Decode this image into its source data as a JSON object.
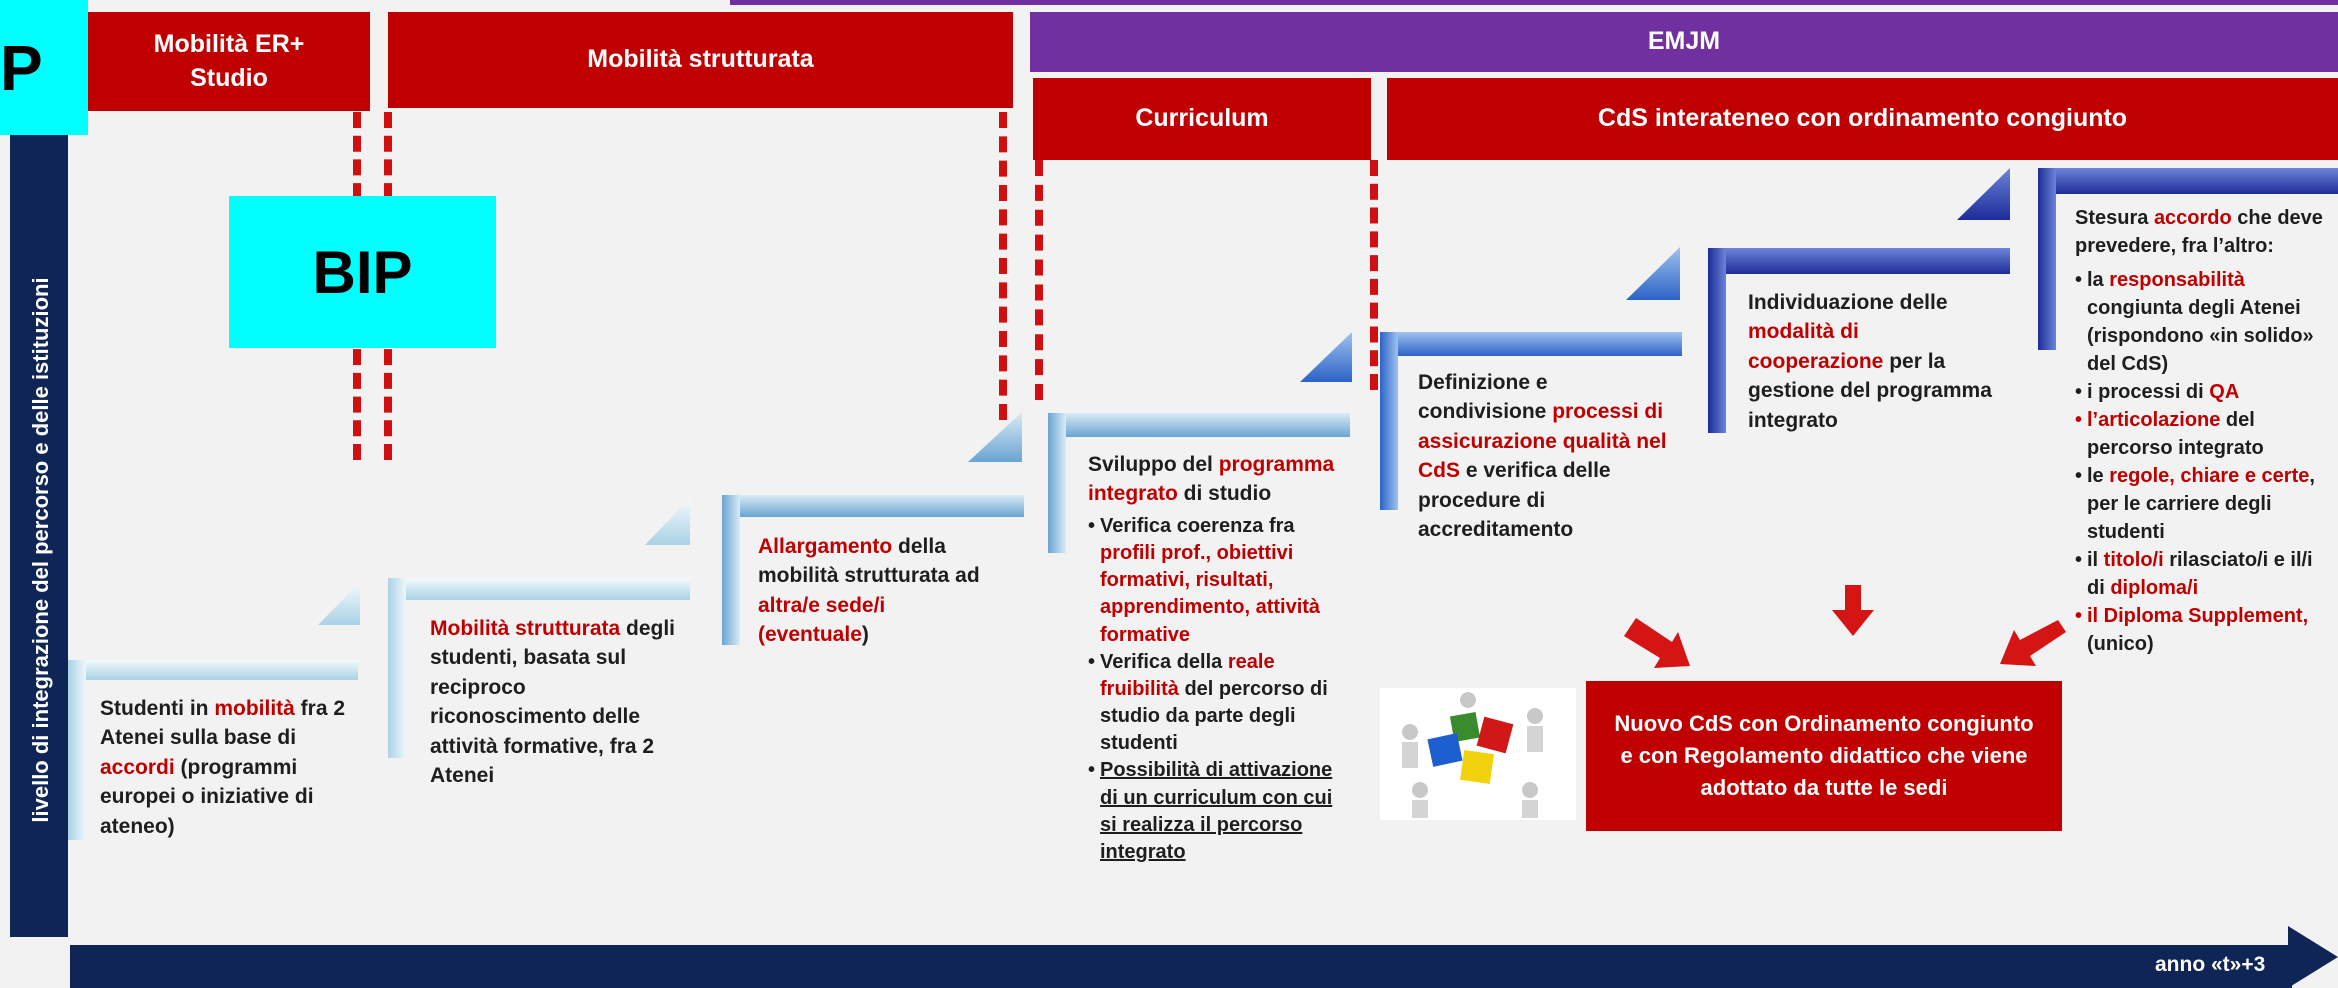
{
  "header": {
    "mobilita_er": "Mobilità ER+ Studio",
    "mobilita_strutturata": "Mobilità strutturata",
    "emjm": "EMJM",
    "curriculum": "Curriculum",
    "cds_interateneo": "CdS interateneo con ordinamento congiunto"
  },
  "overlay": {
    "corner_label": "P",
    "bip": "BIP"
  },
  "axis": {
    "vertical_label": "livello di integrazione del percorso e delle istituzioni",
    "timeline_label": "anno «t»+3"
  },
  "steps": {
    "s1": {
      "p1": "Studenti in ",
      "p2": "mobilità",
      "p3": " fra 2 Atenei sulla base di ",
      "p4": "accordi",
      "p5": "  (programmi europei o iniziative di ateneo)"
    },
    "s2": {
      "p1": "Mobilità strutturata",
      "p2": " degli studenti, basata sul reciproco riconoscimento delle attività formative, fra 2 Atenei"
    },
    "s3": {
      "p1": "Allargamento",
      "p2": " della mobilità strutturata ad ",
      "p3": "altra/e sede/i (eventuale",
      "p4": ")"
    },
    "s4": {
      "p1": "Sviluppo del ",
      "p2": "programma integrato",
      "p3": " di studio",
      "b1a": "Verifica coerenza fra ",
      "b1b": "profili prof., obiettivi formativi, risultati, apprendimento, attività formative",
      "b2a": "Verifica della ",
      "b2b": "reale fruibilità",
      "b2c": " del percorso di studio da parte degli studenti",
      "b3": "Possibilità di attivazione di un curriculum con cui si realizza il percorso integrato"
    },
    "s5": {
      "p1": "Definizione e condivisione ",
      "p2": "processi di assicurazione qualità nel CdS",
      "p3": " e verifica delle procedure di accreditamento"
    },
    "s6": {
      "p1": "Individuazione delle ",
      "p2": "modalità di cooperazione",
      "p3": " per la gestione del programma integrato"
    },
    "s7": {
      "p1": "Stesura ",
      "p2": "accordo",
      "p3": " che deve prevedere, fra l’altro:",
      "b1a": "la ",
      "b1b": "responsabilità",
      "b1c": " congiunta degli Atenei (rispondono «in solido» del CdS)",
      "b2a": "i processi di ",
      "b2b": "QA",
      "b3a": "l’articolazione",
      "b3b": " del percorso integrato",
      "b4a": "le ",
      "b4b": "regole, chiare e certe",
      "b4c": ", per le carriere degli studenti",
      "b5a": "il ",
      "b5b": "titolo/i",
      "b5c": " rilasciato/i e il/i di ",
      "b5d": "diploma/i",
      "b6a": "il Diploma Supplement,",
      "b6b": " (unico)"
    }
  },
  "outcome": "Nuovo CdS con Ordinamento congiunto e con Regolamento didattico che viene adottato da  tutte le sedi",
  "icons": {
    "puzzle": "puzzle-people-icon",
    "arrow": "red-arrow-icon",
    "step": "step-icon"
  },
  "colors": {
    "red": "#c00000",
    "purple": "#7030a0",
    "navy": "#0f2556",
    "cyan": "#00ffff"
  }
}
